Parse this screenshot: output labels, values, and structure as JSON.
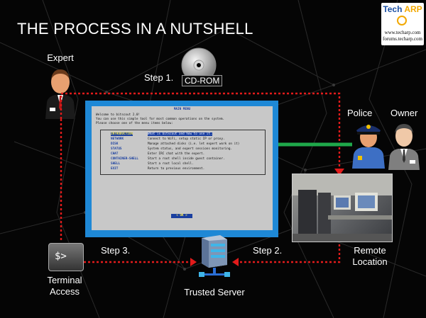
{
  "title": "THE PROCESS IN A NUTSHELL",
  "logo": {
    "brand_a": "Tech",
    "brand_b": "ARP",
    "url1": "www.techarp.com",
    "url2": "forums.techarp.com"
  },
  "labels": {
    "expert": "Expert",
    "step1": "Step 1.",
    "cdrom": "CD-ROM",
    "police": "Police",
    "owner": "Owner",
    "step2": "Step 2.",
    "step3": "Step 3.",
    "remote_line1": "Remote",
    "remote_line2": "Location",
    "terminal_line1": "Terminal",
    "terminal_line2": "Access",
    "server": "Trusted Server"
  },
  "terminal_prompt": "$>",
  "screen": {
    "title": "MAIN MENU",
    "intro": [
      "Welcome to bitscout 2.0!",
      "You can use this simple tool for most common operations on the system.",
      "Please choose one of the menu items below:"
    ],
    "menu": [
      {
        "key": "INTRODUCTION",
        "desc": "What is bitscout and how to use it."
      },
      {
        "key": "NETWORK",
        "desc": "Connect to WiFi, setup static IP or proxy."
      },
      {
        "key": "DISK",
        "desc": "Manage attached disks (i.e. let expert work on it)"
      },
      {
        "key": "STATUS",
        "desc": "System status, and expert sessions monitoring."
      },
      {
        "key": "CHAT",
        "desc": "Enter IRC chat with the expert."
      },
      {
        "key": "CONTAINER-SHELL",
        "desc": "Start a root shell inside guest container."
      },
      {
        "key": "SHELL",
        "desc": "Start a root local shell."
      },
      {
        "key": "EXIT",
        "desc": "Return to previous environment."
      }
    ],
    "ok": "< OK >"
  },
  "colors": {
    "dotted": "#e21b1b",
    "arrow_green": "#1fa84a",
    "screen_border": "#1e88d6",
    "accent": "#1a3fa0"
  }
}
